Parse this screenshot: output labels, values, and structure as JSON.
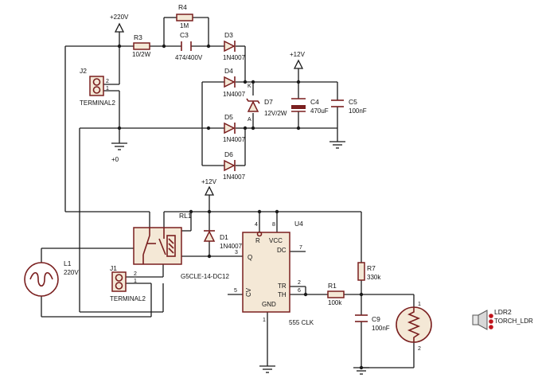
{
  "power": {
    "v220": "+220V",
    "v12_top": "+12V",
    "v12_mid": "+12V",
    "zero": "+0"
  },
  "components": {
    "R4": {
      "ref": "R4",
      "value": "1M"
    },
    "R3": {
      "ref": "R3",
      "value": "10/2W"
    },
    "C3": {
      "ref": "C3",
      "value": "474/400V"
    },
    "D3": {
      "ref": "D3",
      "value": "1N4007"
    },
    "D4": {
      "ref": "D4",
      "value": "1N4007"
    },
    "D5": {
      "ref": "D5",
      "value": "1N4007"
    },
    "D6": {
      "ref": "D6",
      "value": "1N4007"
    },
    "D7": {
      "ref": "D7",
      "value": "12V/2W"
    },
    "C4": {
      "ref": "C4",
      "value": "470uF"
    },
    "C5": {
      "ref": "C5",
      "value": "100nF"
    },
    "J2": {
      "ref": "J2",
      "value": "TERMINAL2"
    },
    "J1": {
      "ref": "J1",
      "value": "TERMINAL2"
    },
    "RL1": {
      "ref": "RL1",
      "value": "G5CLE-14-DC12"
    },
    "D1": {
      "ref": "D1",
      "value": "1N4007"
    },
    "L1": {
      "ref": "L1",
      "value": "220V"
    },
    "U4": {
      "ref": "U4",
      "value": "555 CLK"
    },
    "R7": {
      "ref": "R7",
      "value": "330k"
    },
    "R1": {
      "ref": "R1",
      "value": "100k"
    },
    "C9": {
      "ref": "C9",
      "value": "100nF"
    },
    "LDR2": {
      "ref": "LDR2",
      "value": "TORCH_LDR"
    }
  },
  "zener_pins": {
    "k": "K",
    "a": "A"
  },
  "ic_pins": {
    "r": "R",
    "vcc": "VCC",
    "dc": "DC",
    "q": "Q",
    "cv": "CV",
    "tr": "TR",
    "th": "TH",
    "gnd": "GND",
    "n4": "4",
    "n8": "8",
    "n7": "7",
    "n3": "3",
    "n5": "5",
    "n2": "2",
    "n6": "6",
    "n1": "1"
  },
  "terminal_pins": {
    "p2": "2",
    "p1": "1"
  },
  "ldr_pins": {
    "p1": "1",
    "p2": "2"
  }
}
